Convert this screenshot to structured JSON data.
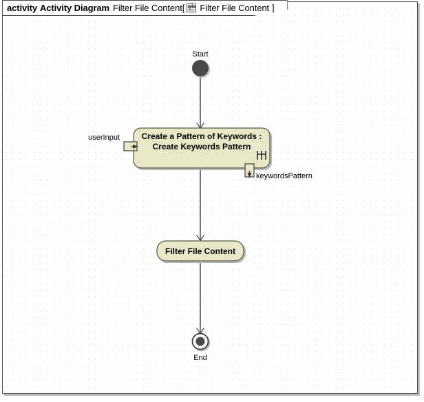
{
  "header": {
    "kind": "activity",
    "type": "Activity Diagram",
    "name": "Filter File Content",
    "bracket_open": "[",
    "icon": "activity-diagram-icon",
    "context": "Filter File Content",
    "bracket_close": "]"
  },
  "diagram": {
    "title": "Filter File Content",
    "type": "UML Activity Diagram",
    "colors": {
      "node_fill": "#e8e8c8",
      "node_stroke": "#5a5a4a",
      "edge": "#555555",
      "terminal_fill": "#4a4a4a",
      "canvas_background": "#ffffff",
      "grid_dot": "#c9c9c9",
      "frame_border": "#4a4a4a"
    },
    "nodes": [
      {
        "id": "start",
        "kind": "initial-node",
        "label": "Start",
        "label_position": "above"
      },
      {
        "id": "create-pattern",
        "kind": "call-behavior-action",
        "label_line1": "Create a Pattern of Keywords :",
        "label_line2": "Create Keywords Pattern",
        "rake_icon": "rake-icon",
        "pins": [
          {
            "id": "user-input-pin",
            "kind": "input-pin",
            "label": "userInput",
            "side": "left"
          },
          {
            "id": "keywords-pattern-pin",
            "kind": "output-pin",
            "label": "keywordsPattern",
            "side": "bottom"
          }
        ]
      },
      {
        "id": "filter-file-content",
        "kind": "action",
        "label": "Filter File Content"
      },
      {
        "id": "end",
        "kind": "final-node",
        "label": "End",
        "label_position": "below"
      }
    ],
    "edges": [
      {
        "id": "edge-start-create",
        "from": "start",
        "to": "create-pattern"
      },
      {
        "id": "edge-create-filter",
        "from": "create-pattern",
        "to": "filter-file-content"
      },
      {
        "id": "edge-filter-end",
        "from": "filter-file-content",
        "to": "end"
      }
    ]
  }
}
